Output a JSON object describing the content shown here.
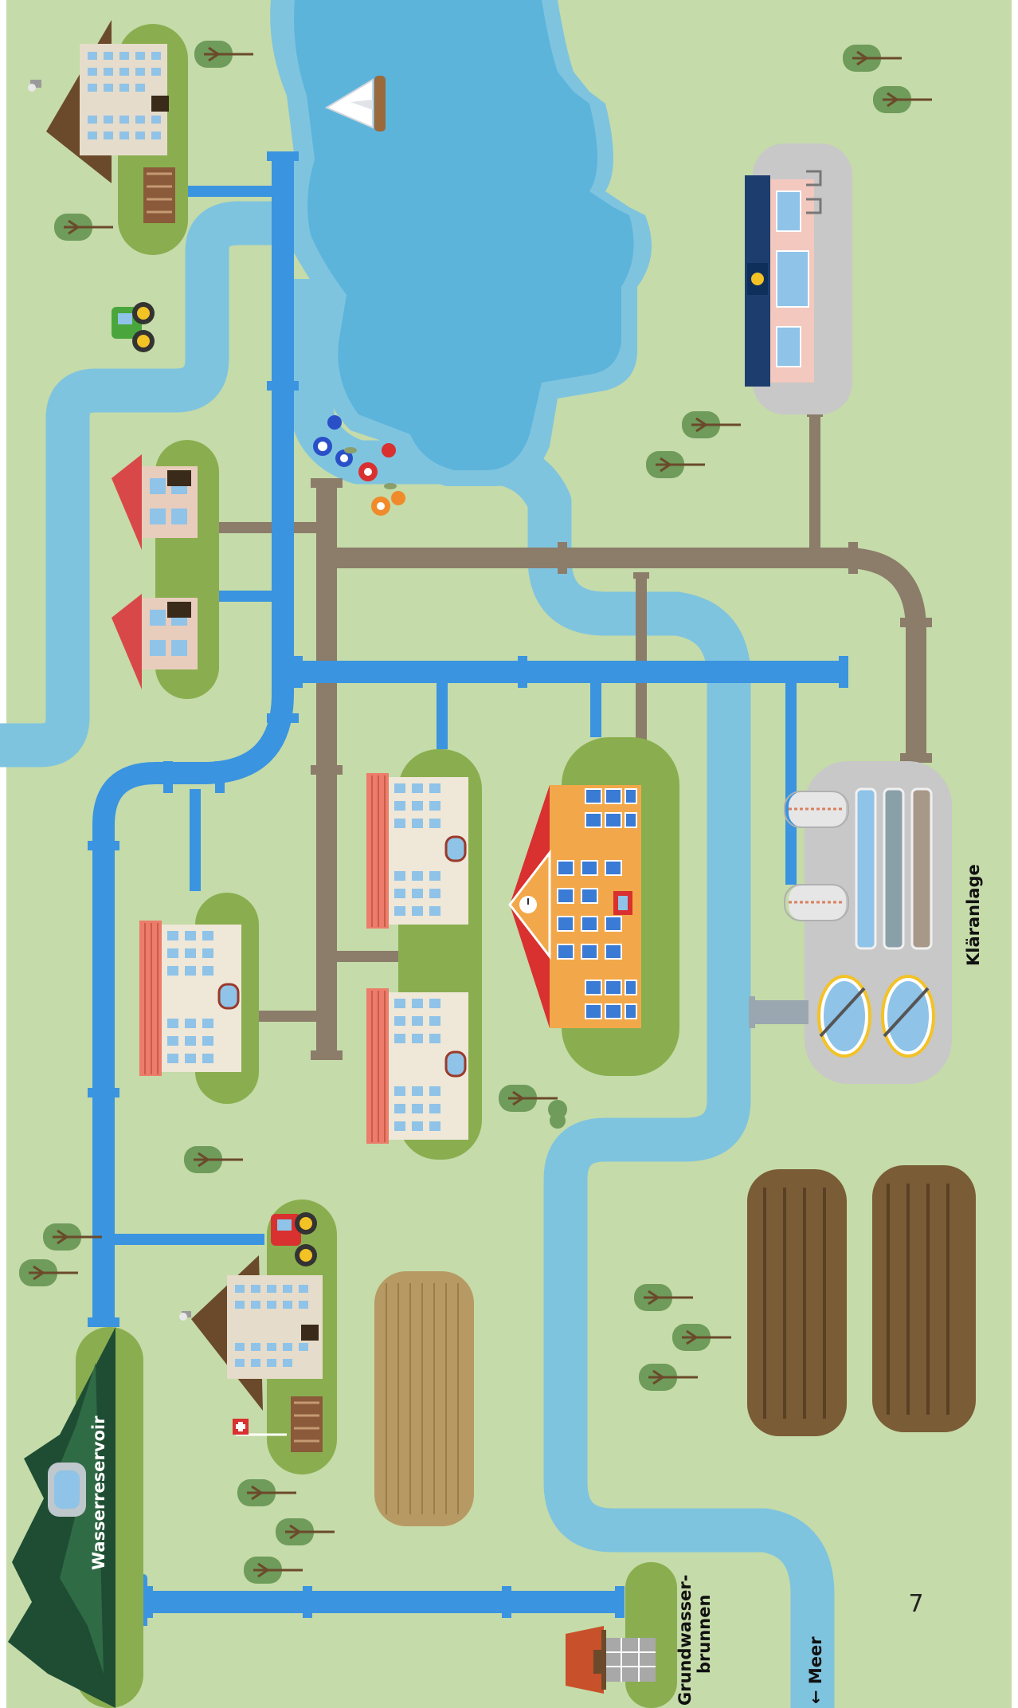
{
  "labels": {
    "reservoir": "Wasserreservoir",
    "well_line1": "Grundwasser-",
    "well_line2": "brunnen",
    "treatment": "Kläranlage",
    "sea": "← Meer"
  },
  "page_number": "7",
  "colors": {
    "background": "#c5dba9",
    "river": "#7fc4df",
    "lake": "#5db4db",
    "fresh_water_pipe": "#3a94e0",
    "waste_water_pipe": "#8c7c6a",
    "lawn": "#8aae4f",
    "mountain": "#1e4d33",
    "plant_ground": "#c8c8c8",
    "field": "#7a5c36"
  }
}
